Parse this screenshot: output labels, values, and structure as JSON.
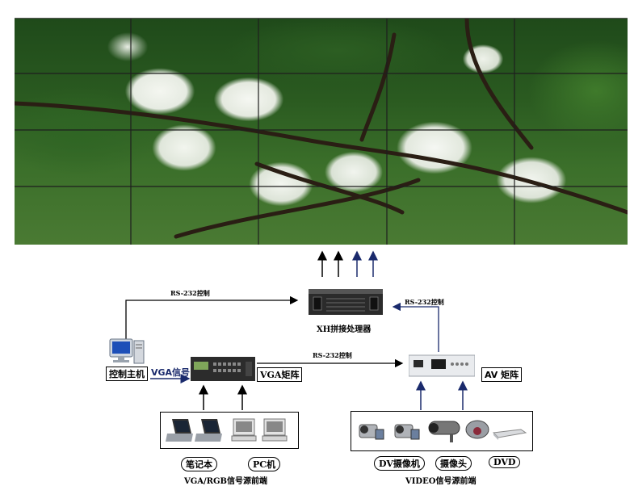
{
  "processor": {
    "label": "XH拼接处理器"
  },
  "control_host": {
    "label": "控制主机"
  },
  "vga_signal": {
    "label": "VGA信号"
  },
  "vga_matrix": {
    "label": "VGA矩阵"
  },
  "av_matrix": {
    "label": "AV  矩阵"
  },
  "links": {
    "host_to_processor": "RS-232控制",
    "host_to_av_matrix": "RS-232控制",
    "av_matrix_to_processor": "RS-232控制"
  },
  "vga_sources": {
    "caption": "VGA/RGB信号源前端",
    "items": [
      {
        "label": "笔记本"
      },
      {
        "label": "PC机"
      }
    ]
  },
  "video_sources": {
    "caption": "VIDEO信号源前端",
    "items": [
      {
        "label": "DV摄像机"
      },
      {
        "label": "摄像头"
      },
      {
        "label": "DVD"
      }
    ]
  },
  "colors": {
    "arrow_black": "#000000",
    "arrow_navy": "#1a2a6c",
    "wall_grid": "#1e1e1e"
  }
}
